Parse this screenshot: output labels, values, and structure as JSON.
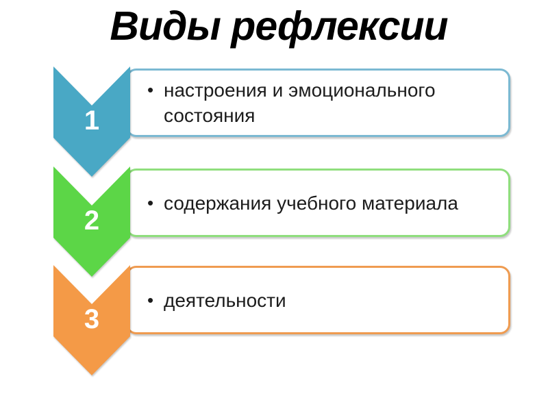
{
  "slide": {
    "title": "Виды рефлексии",
    "bullet": "•",
    "items": [
      {
        "number": "1",
        "text": "настроения и эмоционального состояния",
        "fill": "#49A8C5",
        "border": "#7BB9D2"
      },
      {
        "number": "2",
        "text": "содержания учебного материала",
        "fill": "#5CD647",
        "border": "#8FDE7D"
      },
      {
        "number": "3",
        "text": "деятельности",
        "fill": "#F49A47",
        "border": "#EF9B50"
      }
    ]
  }
}
